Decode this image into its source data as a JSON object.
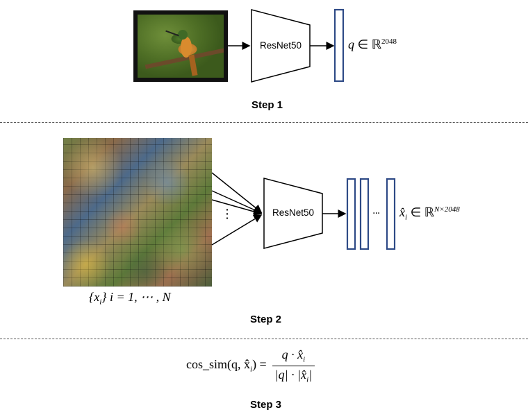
{
  "step1": {
    "network": "ResNet50",
    "output_var": "q",
    "output_space": "ℝ",
    "output_exp": "2048",
    "label": "Step 1"
  },
  "step2": {
    "network": "ResNet50",
    "dots_vertical": "⋮",
    "dots_horizontal": "···",
    "set_label": "{x",
    "set_sub": "i",
    "set_rest": "}  i = 1, ⋯ , N",
    "output_var": "x̂",
    "output_sub": "i",
    "output_space": "ℝ",
    "output_exp": "N×2048",
    "label": "Step 2"
  },
  "step3": {
    "formula_lhs": "cos_sim(q, x̂",
    "formula_lhs_sub": "i",
    "formula_lhs_end": ") =",
    "numerator": "q · x̂",
    "numerator_sub": "i",
    "denominator": "|q| · |x̂",
    "denominator_sub": "i",
    "denominator_end": "|",
    "label": "Step 3"
  },
  "colors": {
    "feature_bar": "#2e4a86",
    "arrow": "#000000",
    "divider": "#555555"
  }
}
